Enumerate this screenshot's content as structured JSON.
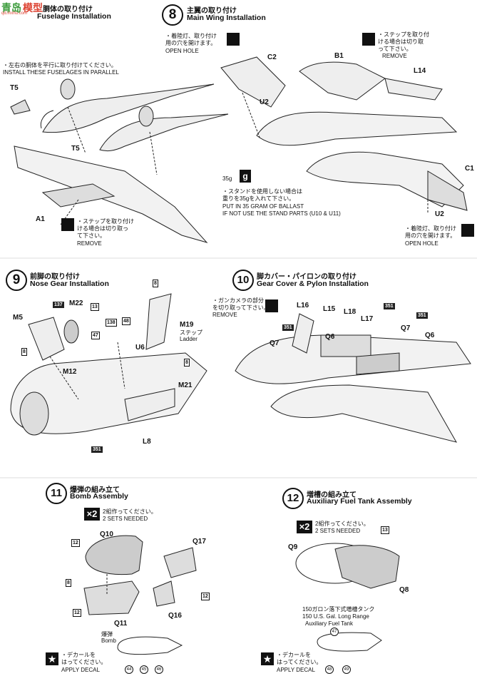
{
  "watermark": {
    "site_cn": "青岛",
    "site_cn2": "模型",
    "url": "qd.mxhu.com"
  },
  "step7": {
    "title_jp": "胴体の取り付け",
    "title_en": "Fuselage Installation",
    "note_jp": "・左右の胴体を平行に取り付けてください。",
    "note_en": "INSTALL THESE FUSELAGES IN PARALLEL",
    "labels": {
      "t5a": "T5",
      "t5b": "T5",
      "a1": "A1"
    },
    "remove_jp1": "・ステップを取り付け",
    "remove_jp2": "ける場合は切り取っ",
    "remove_jp3": "て下さい。",
    "remove_en": "REMOVE"
  },
  "step8": {
    "num": "8",
    "title_jp": "主翼の取り付け",
    "title_en": "Main Wing Installation",
    "open_jp1": "・着陸灯、取り付け",
    "open_jp2": "用の穴を開けます。",
    "open_en": "OPEN HOLE",
    "remove_jp1": "・ステップを取り付",
    "remove_jp2": "ける場合は切り取",
    "remove_jp3": "って下さい。",
    "remove_en": "REMOVE",
    "labels": {
      "c2": "C2",
      "b1": "B1",
      "l14": "L14",
      "u2a": "U2",
      "c1": "C1",
      "u2b": "U2"
    },
    "ballast_g": "35g",
    "ballast_icon": "g",
    "ballast_jp1": "・スタンドを使用しない場合は",
    "ballast_jp2": "重りを35gを入れて下さい。",
    "ballast_en1": "PUT IN 35 GRAM OF BALLAST",
    "ballast_en2": "IF NOT USE THE STAND PARTS (U10 & U11)",
    "open2_jp1": "・着陸灯、取り付け",
    "open2_jp2": "用の穴を開けます。",
    "open2_en": "OPEN HOLE"
  },
  "step9": {
    "num": "9",
    "title_jp": "前脚の取り付け",
    "title_en": "Nose Gear Installation",
    "labels": {
      "m22": "M22",
      "m5": "M5",
      "m12": "M12",
      "m19": "M19",
      "ladder_jp": "ステップ",
      "ladder_en": "Ladder",
      "u6": "U6",
      "m21": "M21",
      "l8": "L8"
    },
    "colors": {
      "c137": "137",
      "c13": "13",
      "c8a": "8",
      "c138": "138",
      "c48": "48",
      "c47": "47",
      "c8b": "8",
      "c8c": "8",
      "c351": "351"
    }
  },
  "step10": {
    "num": "10",
    "title_jp": "脚カバー・パイロンの取り付け",
    "title_en": "Gear Cover & Pylon Installation",
    "cut_jp1": "・ガンカメラの部分",
    "cut_jp2": "を切り取って下さい。",
    "cut_en": "REMOVE",
    "labels": {
      "l16": "L16",
      "l15": "L15",
      "l18": "L18",
      "l17": "L17",
      "q6a": "Q6",
      "q7a": "Q7",
      "q7b": "Q7",
      "q6b": "Q6"
    },
    "colors": {
      "c351a": "351",
      "c351b": "351",
      "c351c": "351"
    }
  },
  "step11": {
    "num": "11",
    "title_jp": "爆弾の組み立て",
    "title_en": "Bomb Assembly",
    "x2": "×2",
    "sets_jp": "2組作ってください。",
    "sets_en": "2 SETS NEEDED",
    "labels": {
      "q10": "Q10",
      "q17": "Q17",
      "q11": "Q11",
      "q16": "Q16"
    },
    "colors": {
      "c12a": "12",
      "c8": "8",
      "c12b": "12",
      "c12c": "12"
    },
    "bomb_jp": "爆弾",
    "bomb_en": "Bomb",
    "decal_jp": "・デカールを",
    "decal_jp2": "はってください。",
    "decal_en": "APPLY DECAL",
    "decals": [
      "44",
      "45",
      "46"
    ]
  },
  "step12": {
    "num": "12",
    "title_jp": "増槽の組み立て",
    "title_en": "Auxiliary Fuel Tank Assembly",
    "x2": "×2",
    "sets_jp": "2組作ってください。",
    "sets_en": "2 SETS NEEDED",
    "labels": {
      "q9": "Q9",
      "q8": "Q8"
    },
    "colors": {
      "c13": "13"
    },
    "tank_jp": "150ガロン落下式増槽タンク",
    "tank_en1": "150 U.S. Gal. Long Range",
    "tank_en2": "Auxiliary Fuel Tank",
    "decal_jp": "・デカールを",
    "decal_jp2": "はってください。",
    "decal_en": "APPLY DECAL",
    "decals": [
      "47",
      "48",
      "49"
    ]
  }
}
